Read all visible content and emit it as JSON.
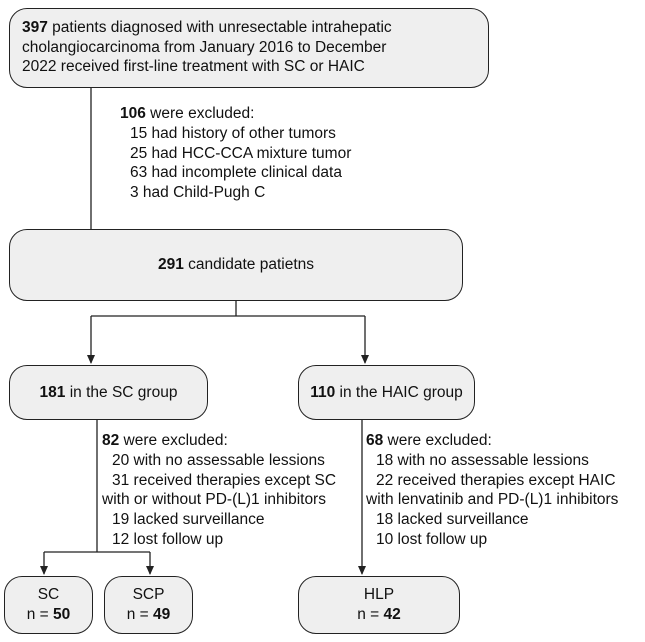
{
  "top_box": {
    "count": "397",
    "line1_rest": " patients diagnosed with unresectable intrahepatic",
    "line2": "cholangiocarcinoma from January 2016 to December",
    "line3": "2022 received first-line treatment with SC or HAIC"
  },
  "exclusion_1": {
    "count": "106",
    "label": " were excluded:",
    "items": [
      "15 had history of other tumors",
      "25 had HCC-CCA mixture tumor",
      "63 had incomplete clinical data",
      "3 had Child-Pugh C"
    ]
  },
  "candidates": {
    "count": "291",
    "label": " candidate patietns"
  },
  "sc_group": {
    "count": "181",
    "label": " in the SC group"
  },
  "haic_group": {
    "count": "110",
    "label": " in the HAIC group"
  },
  "exclusion_2": {
    "count": "82",
    "label": " were excluded:",
    "items": [
      "20 with no assessable lessions",
      "31 received therapies except SC",
      "with or without PD-(L)1 inhibitors",
      "19 lacked surveillance",
      "12 lost follow up"
    ]
  },
  "exclusion_3": {
    "count": "68",
    "label": " were excluded:",
    "items": [
      "18 with no assessable lessions",
      "22 received therapies except HAIC",
      "with lenvatinib and PD-(L)1 inhibitors",
      "18 lacked surveillance",
      "10 lost follow up"
    ]
  },
  "final_groups": [
    {
      "name": "SC",
      "n_prefix": "n = ",
      "n": "50"
    },
    {
      "name": "SCP",
      "n_prefix": "n = ",
      "n": "49"
    },
    {
      "name": "HLP",
      "n_prefix": "n = ",
      "n": "42"
    }
  ],
  "line_color": "#222222",
  "box_fill": "#efefef"
}
